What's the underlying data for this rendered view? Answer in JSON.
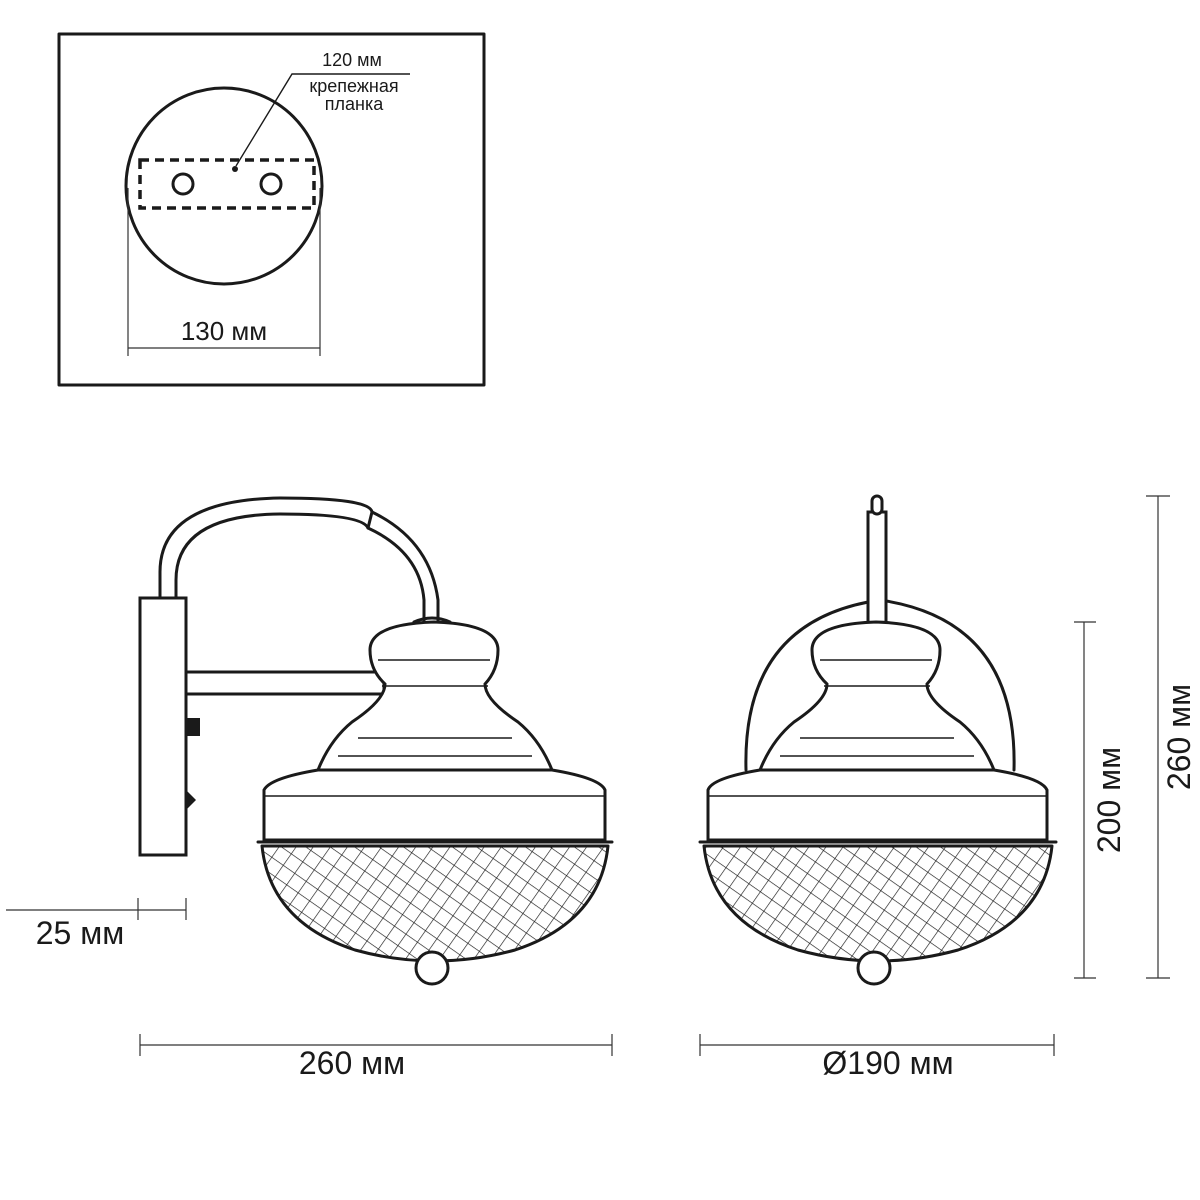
{
  "mount_plate": {
    "bracket_label": "120 мм",
    "bracket_name_line1": "крепежная",
    "bracket_name_line2": "планка",
    "diameter_label": "130 мм"
  },
  "side_view": {
    "depth_label": "25 мм",
    "width_label": "260 мм"
  },
  "front_view": {
    "diameter_label": "Ø190 мм",
    "shade_height_label": "200 мм",
    "total_height_label": "260 мм"
  }
}
